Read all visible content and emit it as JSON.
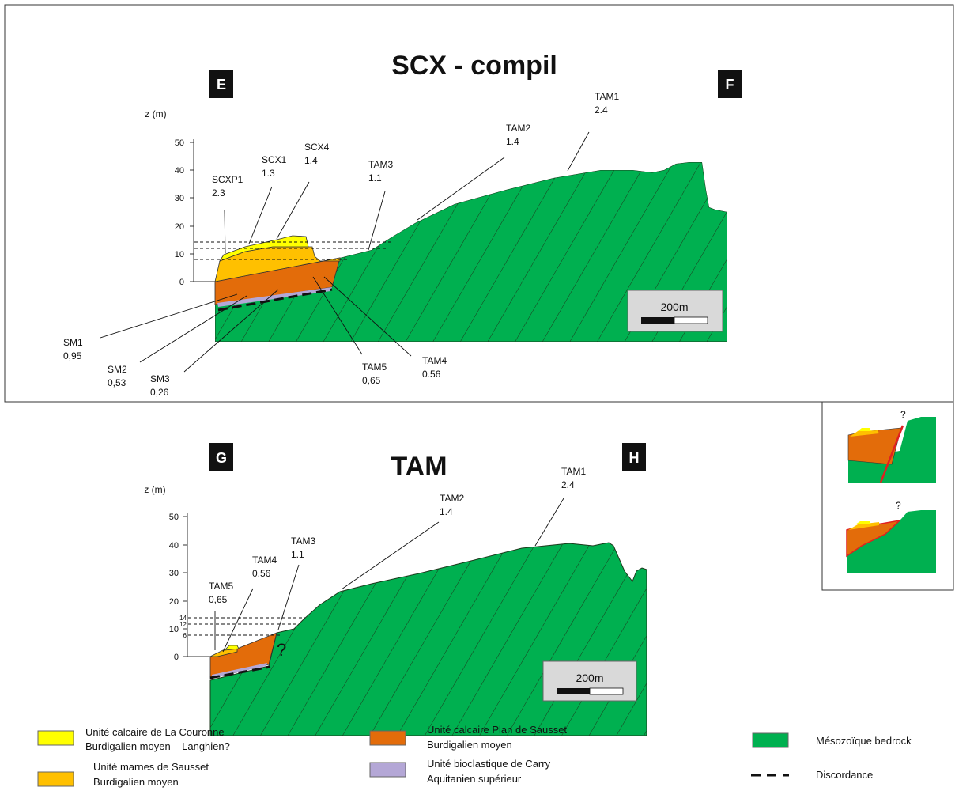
{
  "colors": {
    "yellow": "#ffff00",
    "orange_light": "#ffc000",
    "orange_dark": "#e36c0a",
    "green": "#00b050",
    "purple": "#b4a7d6",
    "red_fault": "#e02020"
  },
  "top": {
    "title": "SCX - compil",
    "left_marker": "E",
    "right_marker": "F",
    "axis_label": "z (m)",
    "ticks": [
      "50",
      "40",
      "30",
      "20",
      "10",
      "0"
    ],
    "scale_bar": "200m",
    "samples": [
      {
        "name": "SCXP1",
        "value": "2.3"
      },
      {
        "name": "SCX1",
        "value": "1.3"
      },
      {
        "name": "SCX4",
        "value": "1.4"
      },
      {
        "name": "TAM3",
        "value": "1.1"
      },
      {
        "name": "TAM2",
        "value": "1.4"
      },
      {
        "name": "TAM1",
        "value": "2.4"
      },
      {
        "name": "SM1",
        "value": "0,95"
      },
      {
        "name": "SM2",
        "value": "0,53"
      },
      {
        "name": "SM3",
        "value": "0,26"
      },
      {
        "name": "TAM5",
        "value": "0,65"
      },
      {
        "name": "TAM4",
        "value": "0.56"
      }
    ]
  },
  "bottom": {
    "title": "TAM",
    "left_marker": "G",
    "right_marker": "H",
    "axis_label": "z (m)",
    "ticks": [
      "50",
      "40",
      "30",
      "20",
      "10",
      "0"
    ],
    "small_ticks": [
      "14",
      "12",
      "6"
    ],
    "scale_bar": "200m",
    "question_mark": "?",
    "samples": [
      {
        "name": "TAM5",
        "value": "0,65"
      },
      {
        "name": "TAM4",
        "value": "0.56"
      },
      {
        "name": "TAM3",
        "value": "1.1"
      },
      {
        "name": "TAM2",
        "value": "1.4"
      },
      {
        "name": "TAM1",
        "value": "2.4"
      }
    ]
  },
  "inset": {
    "question_marks": [
      "?",
      "?"
    ]
  },
  "legend": [
    {
      "line1": "Unité calcaire de La Couronne",
      "line2": "Burdigalien moyen – Langhien?",
      "color": "#ffff00"
    },
    {
      "line1": "Unité marnes de Sausset",
      "line2": "Burdigalien moyen",
      "color": "#ffc000"
    },
    {
      "line1": "Unité calcaire Plan de Sausset",
      "line2": "Burdigalien moyen",
      "color": "#e36c0a"
    },
    {
      "line1": "Unité bioclastique de Carry",
      "line2": "Aquitanien supérieur",
      "color": "#b4a7d6"
    },
    {
      "line1": "Mésozoïque bedrock",
      "line2": "",
      "color": "#00b050"
    },
    {
      "line1": "Discordance",
      "line2": "",
      "color": ""
    }
  ]
}
